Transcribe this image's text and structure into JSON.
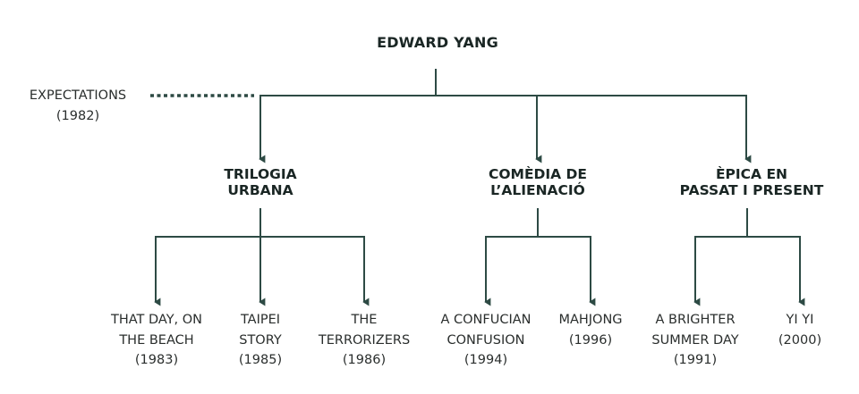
{
  "diagram": {
    "title": "EDWARD YANG",
    "line_color": "#2d4a44",
    "side_node": {
      "line1": "EXPECTATIONS",
      "line2": "(1982)",
      "connector": "dotted"
    },
    "categories": [
      {
        "line1": "TRILOGIA",
        "line2": "URBANA",
        "films": [
          {
            "line1": "THAT DAY, ON",
            "line2": "THE BEACH",
            "year": "(1983)"
          },
          {
            "line1": "TAIPEI",
            "line2": "STORY",
            "year": "(1985)"
          },
          {
            "line1": "THE",
            "line2": "TERRORIZERS",
            "year": "(1986)"
          }
        ]
      },
      {
        "line1": "COMÈDIA DE",
        "line2": "L’ALIENACIÓ",
        "films": [
          {
            "line1": "A CONFUCIAN",
            "line2": "CONFUSION",
            "year": "(1994)"
          },
          {
            "line1": "MAHJONG",
            "line2": "(1996)",
            "year": ""
          }
        ]
      },
      {
        "line1": "ÈPICA EN",
        "line2": "PASSAT I PRESENT",
        "films": [
          {
            "line1": "A BRIGHTER",
            "line2": "SUMMER DAY",
            "year": "(1991)"
          },
          {
            "line1": "YI YI",
            "line2": "(2000)",
            "year": ""
          }
        ]
      }
    ]
  }
}
